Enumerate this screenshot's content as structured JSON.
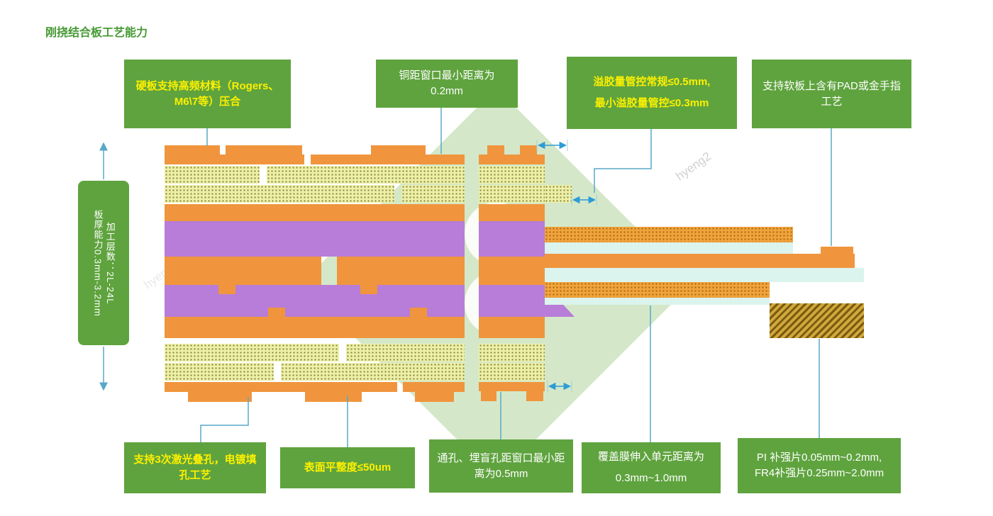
{
  "title": "刚挠结合板工艺能力",
  "watermark": "hyeng2",
  "top_labels": {
    "hard_board": "硬板支持高频材料（Rogers、M6\\7等）压合",
    "copper_window": "铜距窗口最小距离为0.2mm",
    "resin_line1": "溢胶量管控常规≤0.5mm,",
    "resin_line2": "最小溢胶量管控≤0.3mm",
    "soft_board": "支持软板上含有PAD或金手指工艺"
  },
  "left_label": {
    "line1": "板厚能力0.3mm-3.2mm",
    "line2": "加工层数：2L-24L"
  },
  "bottom_labels": {
    "laser_via": "支持3次激光叠孔，电镀填孔工艺",
    "flatness": "表面平整度≤50um",
    "through_hole": "通孔、埋盲孔距窗口最小距离为0.5mm",
    "coverlay_line1": "覆盖膜伸入单元距离为",
    "coverlay_line2": "0.3mm~1.0mm",
    "stiffener_line1": "PI  补强片0.05mm~0.2mm,",
    "stiffener_line2": "FR4补强片0.25mm~2.0mm"
  },
  "colors": {
    "box_green": "#5fa33e",
    "title_green": "#459a33",
    "text_yellow": "#fdf000",
    "text_white": "#ffffff",
    "copper_orange": "#f0953d",
    "prepreg_yellow": "#eef0a8",
    "core_purple": "#b77dd8",
    "coverlay_cyan": "#dbf4ed",
    "stiffener_brown": "#a87f1e",
    "diamond_green": "#cde4c0",
    "leader_line": "#58a8c8",
    "dimension_blue": "#2e9bd5"
  }
}
